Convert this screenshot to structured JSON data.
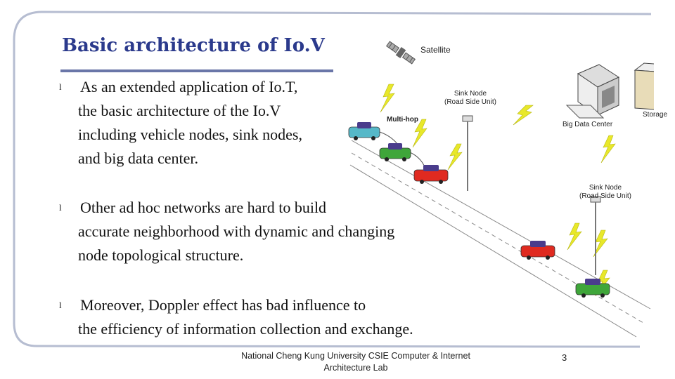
{
  "slide": {
    "title": "Basic architecture of Io.V",
    "bullets": [
      {
        "marker": "l",
        "lines": [
          "As an extended application of Io.T,",
          "the basic architecture of the Io.V",
          "including vehicle nodes, sink nodes,",
          "and big data center."
        ]
      },
      {
        "marker": "l",
        "lines": [
          "Other ad hoc networks are hard to build",
          "accurate neighborhood with dynamic and changing",
          "node topological structure."
        ]
      },
      {
        "marker": "l",
        "lines": [
          "Moreover, Doppler effect has bad influence to",
          "the efficiency of information collection and exchange."
        ]
      }
    ],
    "footer": "National Cheng Kung University CSIE Computer & Internet Architecture Lab",
    "page_number": "3"
  },
  "diagram": {
    "labels": {
      "satellite": "Satellite",
      "sink_node_1": [
        "Sink Node",
        "(Road Side Unit)"
      ],
      "big_data_center": "Big Data Center",
      "storage": "Storage",
      "multi_hop": "Multi-hop",
      "sink_node_2": [
        "Sink Node",
        "(Road Side Unit)"
      ]
    },
    "vehicle_colors": {
      "cyan": "#56b8c8",
      "green": "#3fa63a",
      "red": "#e02a20",
      "roof": "#4a3c8c"
    },
    "signal_color": "#e8e82a"
  }
}
